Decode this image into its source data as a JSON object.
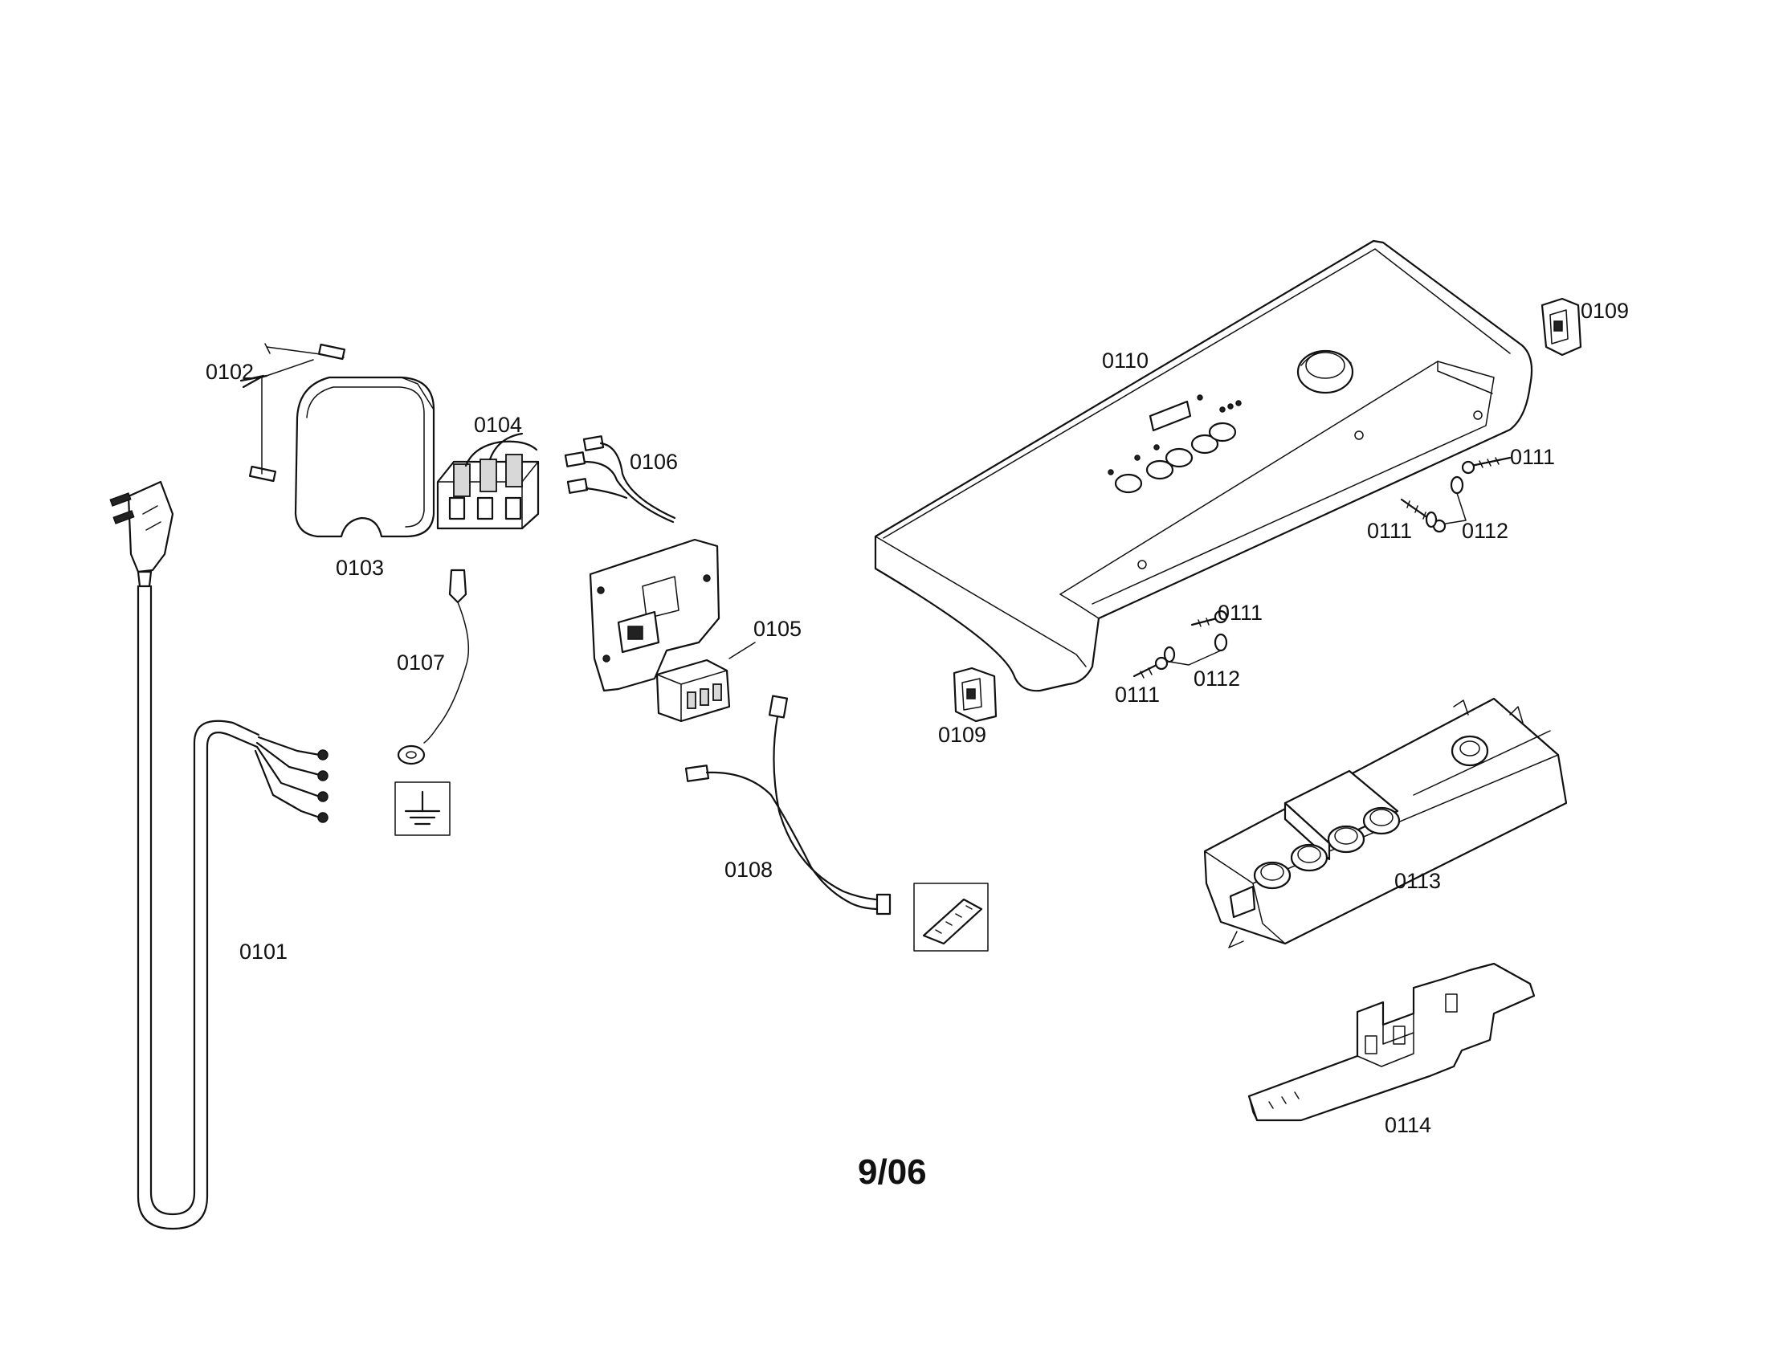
{
  "parts": {
    "p0101": "0101",
    "p0102": "0102",
    "p0103": "0103",
    "p0104": "0104",
    "p0105": "0105",
    "p0106": "0106",
    "p0107": "0107",
    "p0108": "0108",
    "p0109_top": "0109",
    "p0109_bottom": "0109",
    "p0110": "0110",
    "p0111_a": "0111",
    "p0111_b": "0111",
    "p0111_c": "0111",
    "p0111_d": "0111",
    "p0112_a": "0112",
    "p0112_b": "0112",
    "p0113": "0113",
    "p0114": "0114"
  },
  "revision_date": "9/06",
  "icons": {
    "ground": "ground-symbol-icon"
  }
}
